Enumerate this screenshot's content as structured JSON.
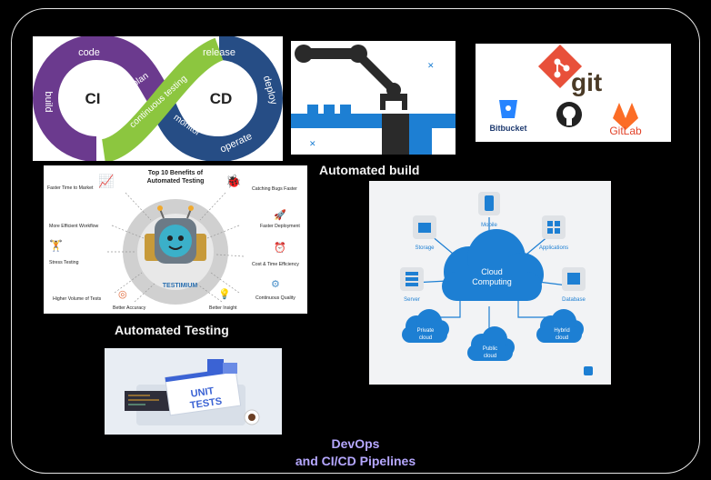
{
  "devops_loop": {
    "ci": "CI",
    "cd": "CD",
    "code": "code",
    "build": "build",
    "plan": "plan",
    "continuous_testing": "continuous testing",
    "release": "release",
    "deploy": "deploy",
    "monitor": "monitor",
    "operate": "operate"
  },
  "build_caption": "Automated build",
  "tools": {
    "git": "git",
    "bitbucket": "Bitbucket",
    "gitlab": "GitLab"
  },
  "testing": {
    "title_line1": "Top 10 Benefits of",
    "title_line2": "Automated Testing",
    "brand": "TESTIMIUM",
    "benefits": {
      "faster_time": "Faster Time to Market",
      "efficient_workflow": "More Efficient Workflow",
      "stress": "Stress Testing",
      "higher_volume": "Higher Volume of Tests",
      "accuracy": "Better Accuracy",
      "catching_bugs": "Catching Bugs Faster",
      "faster_deploy": "Faster Deployment",
      "cost_time": "Cost & Time Efficiency",
      "quality": "Continuous Quality",
      "insight": "Better Insight"
    }
  },
  "testing_caption": "Automated Testing",
  "cloud": {
    "center_line1": "Cloud",
    "center_line2": "Computing",
    "mobile": "Mobile",
    "storage": "Storage",
    "applications": "Applications",
    "server": "Server",
    "database": "Database",
    "private_line1": "Private",
    "private_line2": "cloud",
    "public_line1": "Public",
    "public_line2": "cloud",
    "hybrid_line1": "Hybrid",
    "hybrid_line2": "cloud"
  },
  "unit_tests": {
    "line1": "UNIT",
    "line2": "TESTS"
  },
  "footer": {
    "line1": "DevOps",
    "line2": "and CI/CD Pipelines"
  },
  "colors": {
    "cloud_blue": "#1d7fd3",
    "purple": "#6b3a8e",
    "green": "#8cc63f",
    "navy": "#264d85",
    "git_orange": "#e8503a"
  }
}
